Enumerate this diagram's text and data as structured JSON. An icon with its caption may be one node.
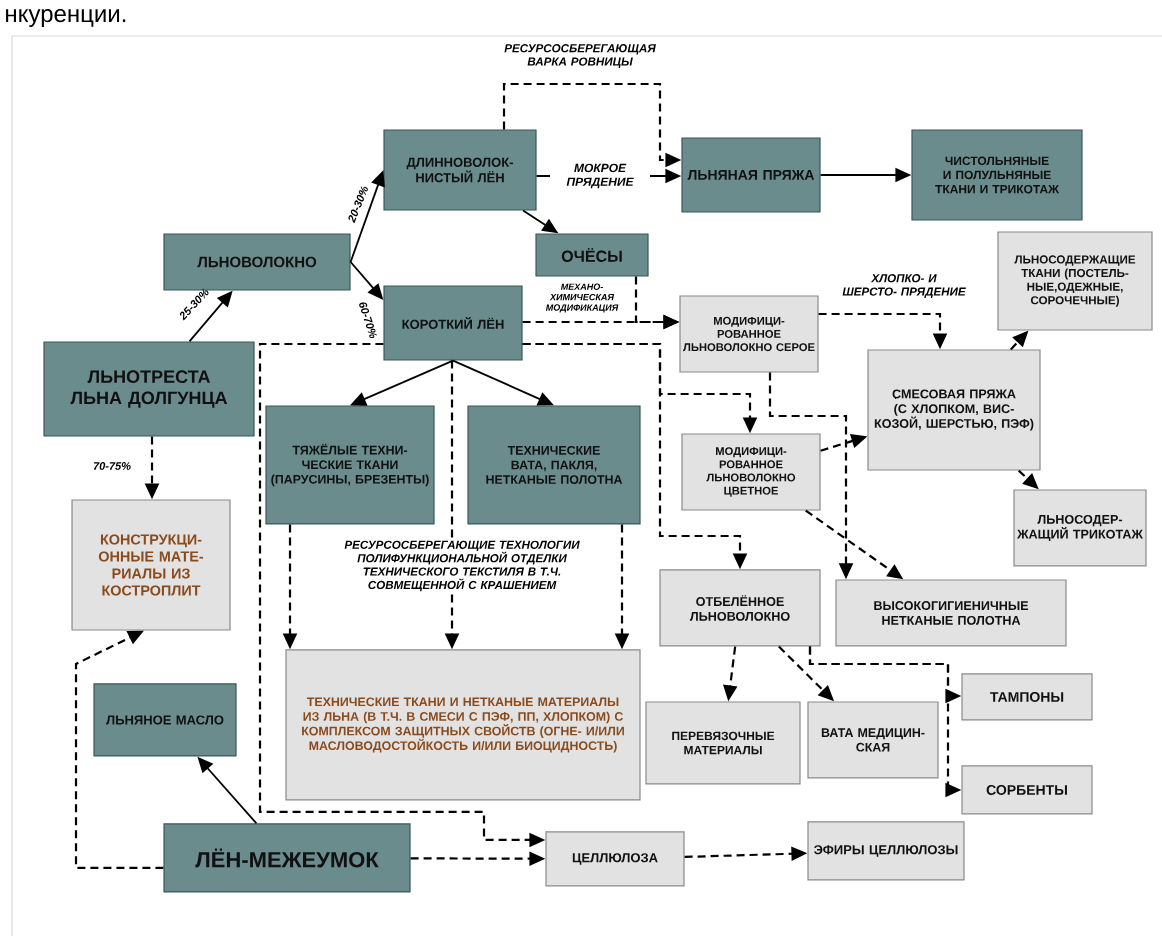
{
  "diagram": {
    "nodes": [
      {
        "text": [
          "ЛЬНОТРЕСТА ЛЬНА ДОЛГУНЦА"
        ]
      },
      {
        "text": [
          "ЛЬНОВОЛОКНО"
        ]
      },
      {
        "text": [
          "ДЛИННОВОЛОК- НИСТЫЙ ЛЁН"
        ]
      },
      {
        "text": [
          "ЛЬНЯНАЯ ПРЯЖА"
        ]
      },
      {
        "text": [
          "ЧИСТОЛЬНЯНЫЕ И ПОЛУЛЬНЯНЫЕ ТКАНИ И ТРИКОТАЖ"
        ]
      },
      {
        "text": [
          "ОЧЁСЫ"
        ]
      },
      {
        "text": [
          "КОРОТКИЙ ЛЁН"
        ]
      },
      {
        "text": [
          "ЛЬНОСОДЕРЖАЩИЕ ТКАНИ (ПОСТЕЛЬ- НЫЕ,ОДЕЖНЫЕ, СОРОЧЕЧНЫЕ)"
        ]
      },
      {
        "text": [
          "МОДИФИЦИ- РОВАННОЕ ЛЬНОВОЛОКНО СЕРОЕ"
        ]
      },
      {
        "text": [
          "СМЕСОВАЯ ПРЯЖА (С ХЛОПКОМ, ВИС- КОЗОЙ, ШЕРСТЬЮ, ПЭФ)"
        ]
      },
      {
        "text": [
          "ТЯЖЁЛЫЕ ТЕХНИ- ЧЕСКИЕ ТКАНИ (ПАРУСИНЫ, БРЕЗЕНТЫ)"
        ]
      },
      {
        "text": [
          "ТЕХНИЧЕСКИЕ ВАТА, ПАКЛЯ, НЕТКАНЫЕ ПОЛОТНА"
        ]
      },
      {
        "text": [
          "МОДИФИЦИ- РОВАННОЕ ЛЬНОВОЛОКНО ЦВЕТНОЕ"
        ]
      },
      {
        "text": [
          "ЛЬНОСОДЕР- ЖАЩИЙ ТРИКОТАЖ"
        ]
      },
      {
        "text": [
          "КОНСТРУКЦИ- ОННЫЕ МАТЕ- РИАЛЫ ИЗ КОСТРОПЛИТ"
        ]
      },
      {
        "text": [
          "ОТБЕЛЁННОЕ ЛЬНОВОЛОКНО"
        ]
      },
      {
        "text": [
          "ВЫСОКОГИГИЕНИЧНЫЕ НЕТКАНЫЕ ПОЛОТНА"
        ]
      },
      {
        "text": [
          "ТЕХНИЧЕСКИЕ ТКАНИ И НЕТКАНЫЕ МАТЕРИАЛЫ ИЗ ЛЬНА (В Т.Ч. В СМЕСИ С ПЭФ, ПП, ХЛОПКОМ) С КОМПЛЕКСОМ ЗАЩИТНЫХ СВОЙСТВ (ОГНЕ- И/ИЛИ МАСЛОВОДОСТОЙКОСТЬ И/ИЛИ БИОЦИДНОСТЬ)"
        ]
      },
      {
        "text": [
          "ЛЬНЯНОЕ МАСЛО"
        ]
      },
      {
        "text": [
          "ТАМПОНЫ"
        ]
      },
      {
        "text": [
          "ПЕРЕВЯЗОЧНЫЕ МАТЕРИАЛЫ"
        ]
      },
      {
        "text": [
          "ВАТА МЕДИЦИН- СКАЯ"
        ]
      },
      {
        "text": [
          "СОРБЕНТЫ"
        ]
      },
      {
        "text": [
          "ЛЁН-МЕЖЕУМОК"
        ]
      },
      {
        "text": [
          "ЦЕЛЛЮЛОЗА"
        ]
      },
      {
        "text": [
          "ЭФИРЫ ЦЕЛЛЮЛОЗЫ"
        ]
      }
    ],
    "edges": [
      {
        "from": 0,
        "to": 1,
        "arrow": "to",
        "label": "25-30%"
      },
      {
        "from": 1,
        "to": 2,
        "arrow": "to",
        "label": "20-30%"
      },
      {
        "from": 1,
        "to": 6,
        "arrow": "to",
        "label": "60-70%"
      },
      {
        "from": 2,
        "to": 3,
        "arrow": "to",
        "label": "МОКРОЕ ПРЯДЕНИЕ"
      },
      {
        "from": 2,
        "to": 3,
        "arrow": "to",
        "style": "dashed",
        "label": "РЕСУРСОСБЕРЕГАЮЩАЯ ВАРКА РОВНИЦЫ"
      },
      {
        "from": 3,
        "to": 4,
        "arrow": "to"
      },
      {
        "from": 2,
        "to": 5,
        "arrow": "to"
      },
      {
        "from": 6,
        "to": 10,
        "arrow": "to"
      },
      {
        "from": 6,
        "to": 11,
        "arrow": "to"
      },
      {
        "from": 0,
        "to": 14,
        "arrow": "to",
        "style": "dashed",
        "label": "70-75%"
      },
      {
        "from": 6,
        "to": 8,
        "arrow": "to",
        "style": "dashed",
        "label": "МЕХАНО- ХИМИЧЕСКАЯ МОДИФИКАЦИЯ"
      },
      {
        "from": 5,
        "to": 8,
        "arrow": "to",
        "style": "dashed"
      },
      {
        "from": 8,
        "to": 9,
        "arrow": "to",
        "style": "dashed",
        "label": "ХЛОПКО- И ШЕРСТО- ПРЯДЕНИЕ"
      },
      {
        "from": 9,
        "to": 7,
        "arrow": "to",
        "style": "dashed"
      },
      {
        "from": 9,
        "to": 13,
        "arrow": "to",
        "style": "dashed"
      },
      {
        "from": 6,
        "to": 12,
        "arrow": "to",
        "style": "dashed"
      },
      {
        "from": 6,
        "to": 15,
        "arrow": "to",
        "style": "dashed"
      },
      {
        "from": 8,
        "to": 16,
        "arrow": "to",
        "style": "dashed"
      },
      {
        "from": 12,
        "to": 9,
        "arrow": "to",
        "style": "dashed"
      },
      {
        "from": 12,
        "to": 16,
        "arrow": "to",
        "style": "dashed"
      },
      {
        "from": 15,
        "to": 20,
        "arrow": "to",
        "style": "dashed"
      },
      {
        "from": 15,
        "to": 21,
        "arrow": "to",
        "style": "dashed"
      },
      {
        "from": 15,
        "to": 19,
        "arrow": "to",
        "style": "dashed"
      },
      {
        "from": 15,
        "to": 22,
        "arrow": "to",
        "style": "dashed"
      },
      {
        "from": 6,
        "to": 17,
        "arrow": "to",
        "style": "dashed",
        "label": "РЕСУРСОСБЕРЕГАЮЩИЕ ТЕХНОЛОГИИ ПОЛИФУНКЦИОНАЛЬНОЙ ОТДЕЛКИ ТЕХНИЧЕСКОГО ТЕКСТИЛЯ В Т.Ч. СОВМЕЩЕННОЙ С КРАШЕНИЕМ"
      },
      {
        "from": 10,
        "to": 17,
        "arrow": "to",
        "style": "dashed"
      },
      {
        "from": 11,
        "to": 17,
        "arrow": "to",
        "style": "dashed"
      },
      {
        "from": 6,
        "to": 24,
        "arrow": "to",
        "style": "dashed"
      },
      {
        "from": 23,
        "to": 14,
        "arrow": "to",
        "style": "dashed"
      },
      {
        "from": 23,
        "to": 18,
        "arrow": "to"
      },
      {
        "from": 23,
        "to": 24,
        "arrow": "to",
        "style": "dashed"
      },
      {
        "from": 24,
        "to": 25,
        "arrow": "to",
        "style": "dashed"
      }
    ],
    "labels": [
      "нкуренции."
    ]
  }
}
